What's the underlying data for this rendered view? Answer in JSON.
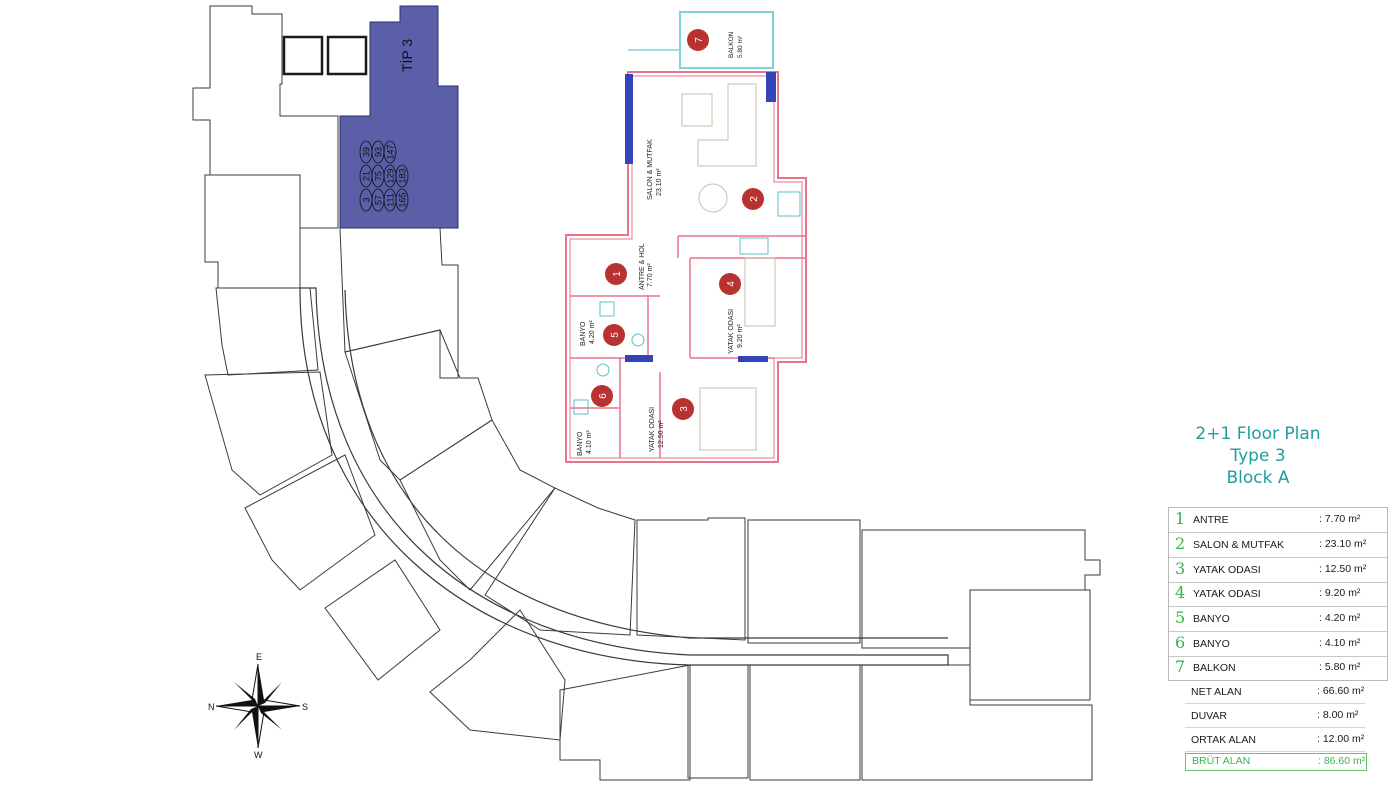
{
  "heading": {
    "line1": "2+1 Floor Plan",
    "line2": "Type 3",
    "line3": "Block A"
  },
  "block_label": "TİP 3",
  "unit_numbers": [
    "3",
    "21",
    "39",
    "57",
    "75",
    "93",
    "111",
    "129",
    "147",
    "165",
    "183"
  ],
  "compass": {
    "n": "N",
    "e": "E",
    "s": "S",
    "w": "W"
  },
  "rooms": [
    {
      "num": "1",
      "name": "ANTRE",
      "area": ": 7.70 m²"
    },
    {
      "num": "2",
      "name": "SALON & MUTFAK",
      "area": ": 23.10 m²"
    },
    {
      "num": "3",
      "name": "YATAK ODASI",
      "area": ": 12.50 m²"
    },
    {
      "num": "4",
      "name": "YATAK ODASI",
      "area": ": 9.20 m²"
    },
    {
      "num": "5",
      "name": "BANYO",
      "area": ": 4.20 m²"
    },
    {
      "num": "6",
      "name": "BANYO",
      "area": ": 4.10 m²"
    },
    {
      "num": "7",
      "name": "BALKON",
      "area": ": 5.80 m²"
    }
  ],
  "totals": [
    {
      "name": "NET ALAN",
      "area": ": 66.60 m²"
    },
    {
      "name": "DUVAR",
      "area": ": 8.00 m²"
    },
    {
      "name": "ORTAK ALAN",
      "area": ": 12.00 m²"
    },
    {
      "name": "BRÜT ALAN",
      "area": ": 86.60 m²"
    }
  ],
  "plan_labels": {
    "balkon": "BALKON",
    "balkon_area": "5.80 m²",
    "salon": "SALON & MUTFAK",
    "salon_area": "23.10 m²",
    "antre": "ANTRE & HOL",
    "antre_area": "7.70 m²",
    "yatak4": "YATAK ODASI",
    "yatak4_area": "9.20 m²",
    "banyo5": "BANYO",
    "banyo5_area": "4.20 m²",
    "yatak3": "YATAK ODASI",
    "yatak3_area": "12.50 m²",
    "banyo6": "BANYO",
    "banyo6_area": "4.10 m²"
  },
  "colors": {
    "highlight_block": "#5a5fa8",
    "heading": "#1f9ea0",
    "room_numbers": "#38b24a",
    "wall_outline": "#e8738a",
    "balcony_outline": "#7fd3d8",
    "marker": "#b8332f"
  }
}
